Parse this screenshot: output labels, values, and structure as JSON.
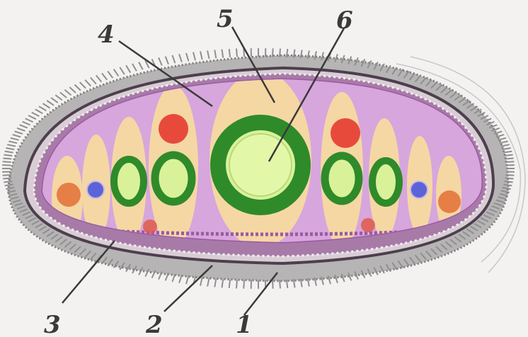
{
  "labels": {
    "l1": "1",
    "l2": "2",
    "l3": "3",
    "l4": "4",
    "l5": "5",
    "l6": "6"
  },
  "colors": {
    "background": "#f4f2f1",
    "cilia": "#8f8f8f",
    "pellicle": "#5a4a5a",
    "cytoplasm": "#c98fcf",
    "inner_cytoplasm": "#d7a6dc",
    "vacuole": "#f5d7a4",
    "macronucleus_ring": "#2f8a2a",
    "macronucleus_core": "#d9f29a",
    "red_body": "#e74a3b",
    "blue_body": "#5b63d8",
    "label_text": "#3a3a3a"
  }
}
